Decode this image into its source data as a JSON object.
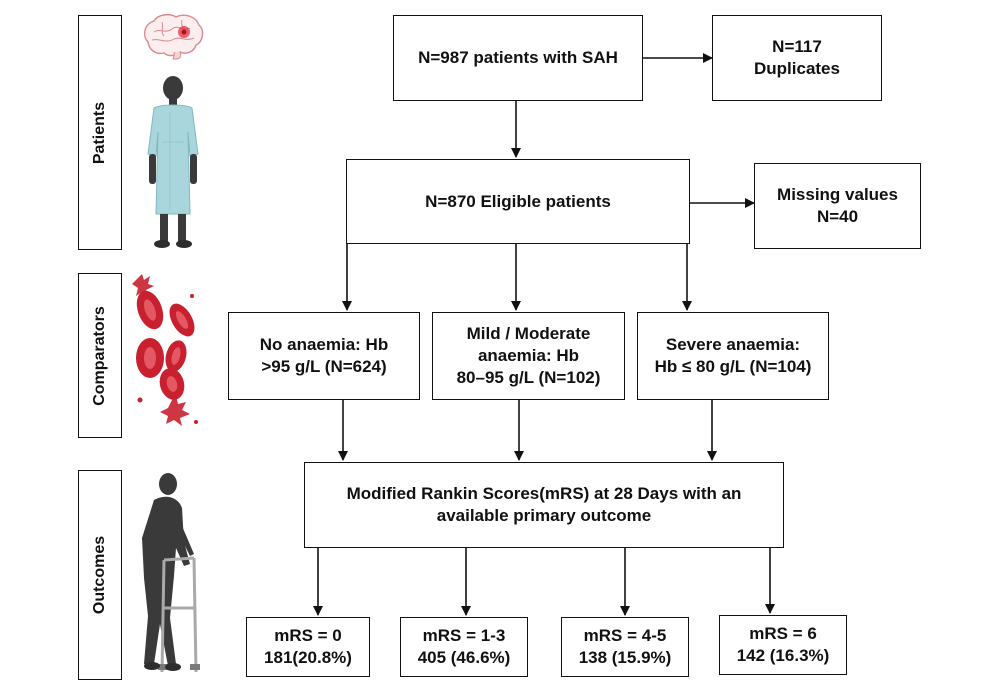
{
  "sections": {
    "patients": "Patients",
    "comparators": "Comparators",
    "outcomes": "Outcomes"
  },
  "boxes": {
    "sah": [
      "N=987 patients with SAH"
    ],
    "duplicates": [
      "N=117",
      "Duplicates"
    ],
    "eligible": [
      "N=870 Eligible patients"
    ],
    "missing": [
      "Missing values",
      "N=40"
    ],
    "no_anaemia": [
      "No anaemia: Hb",
      ">95 g/L (N=624)"
    ],
    "mild_moderate": [
      "Mild / Moderate",
      "anaemia: Hb",
      "80–95 g/L (N=102)"
    ],
    "severe": [
      "Severe anaemia:",
      "Hb ≤ 80 g/L (N=104)"
    ],
    "outcome": [
      "Modified Rankin Scores(mRS) at 28 Days with an",
      "available primary outcome"
    ],
    "mrs0": [
      "mRS = 0",
      "181(20.8%)"
    ],
    "mrs13": [
      "mRS = 1-3",
      "405 (46.6%)"
    ],
    "mrs45": [
      "mRS = 4-5",
      "138 (15.9%)"
    ],
    "mrs6": [
      "mRS = 6",
      "142 (16.3%)"
    ]
  },
  "icons": [
    "brain-icon",
    "patient-gown-icon",
    "red-blood-cells-icon",
    "elderly-walker-icon"
  ],
  "colors": {
    "line": "#111111",
    "blood": "#c8202e",
    "silhouette": "#3a3a3a",
    "gown": "#a9d6dd"
  }
}
